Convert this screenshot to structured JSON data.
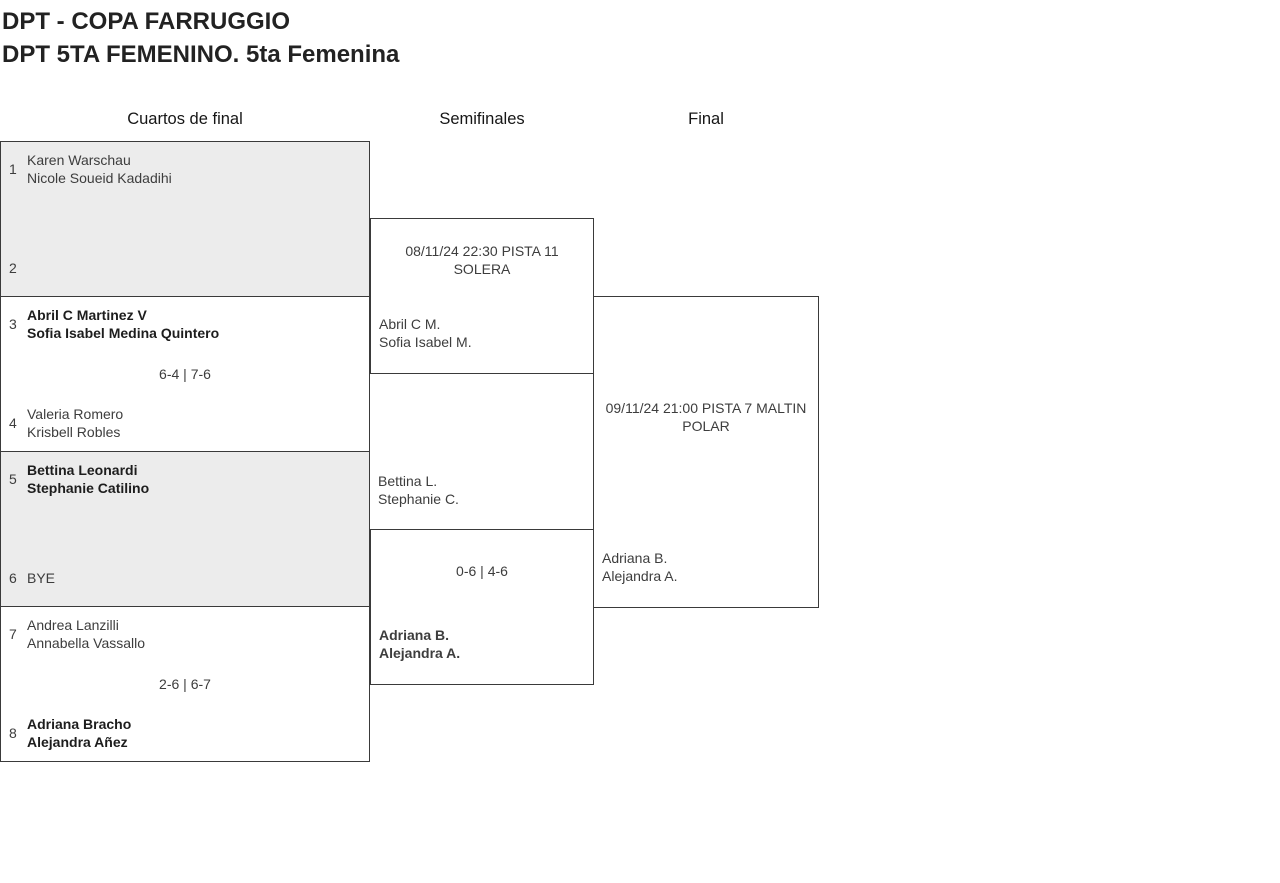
{
  "header": {
    "title": "DPT - COPA FARRUGGIO",
    "subtitle": "DPT 5TA FEMENINO. 5ta Femenina"
  },
  "rounds": [
    {
      "label": "Cuartos de final"
    },
    {
      "label": "Semifinales"
    },
    {
      "label": "Final"
    }
  ],
  "colors": {
    "shaded_box": "#ececec",
    "box": "#ffffff",
    "border": "#3a3a3a",
    "text": "#3d3d3d",
    "winner_text": "#1d1d1d"
  },
  "quarterfinals": [
    {
      "top": {
        "seed": "1",
        "players": [
          "Karen Warschau",
          "Nicole Soueid Kadadihi"
        ]
      },
      "bottom": {
        "seed": "2",
        "players": [
          "",
          ""
        ]
      },
      "score": ""
    },
    {
      "top": {
        "seed": "3",
        "players": [
          "Abril C Martinez V",
          "Sofia Isabel Medina Quintero"
        ]
      },
      "bottom": {
        "seed": "4",
        "players": [
          "Valeria Romero",
          "Krisbell Robles"
        ]
      },
      "score": "6-4 | 7-6"
    },
    {
      "top": {
        "seed": "5",
        "players": [
          "Bettina Leonardi",
          "Stephanie Catilino"
        ]
      },
      "bottom": {
        "seed": "6",
        "players": [
          "BYE",
          ""
        ]
      },
      "score": ""
    },
    {
      "top": {
        "seed": "7",
        "players": [
          "Andrea Lanzilli",
          "Annabella Vassallo"
        ]
      },
      "bottom": {
        "seed": "8",
        "players": [
          "Adriana Bracho",
          "Alejandra Añez"
        ]
      },
      "score": "2-6 | 6-7"
    }
  ],
  "semifinals": [
    {
      "schedule": "08/11/24 22:30 PISTA 11 SOLERA",
      "score": "",
      "top_players": [
        "",
        ""
      ],
      "bottom_players": [
        "Abril C M.",
        "Sofia Isabel M."
      ]
    },
    {
      "schedule": "",
      "score": "0-6 | 4-6",
      "top_players": [
        "Bettina L.",
        "Stephanie C."
      ],
      "bottom_players": [
        "Adriana B.",
        "Alejandra A."
      ]
    }
  ],
  "final": {
    "schedule": "09/11/24 21:00 PISTA 7 MALTIN POLAR",
    "bottom_players": [
      "Adriana B.",
      "Alejandra A."
    ]
  }
}
